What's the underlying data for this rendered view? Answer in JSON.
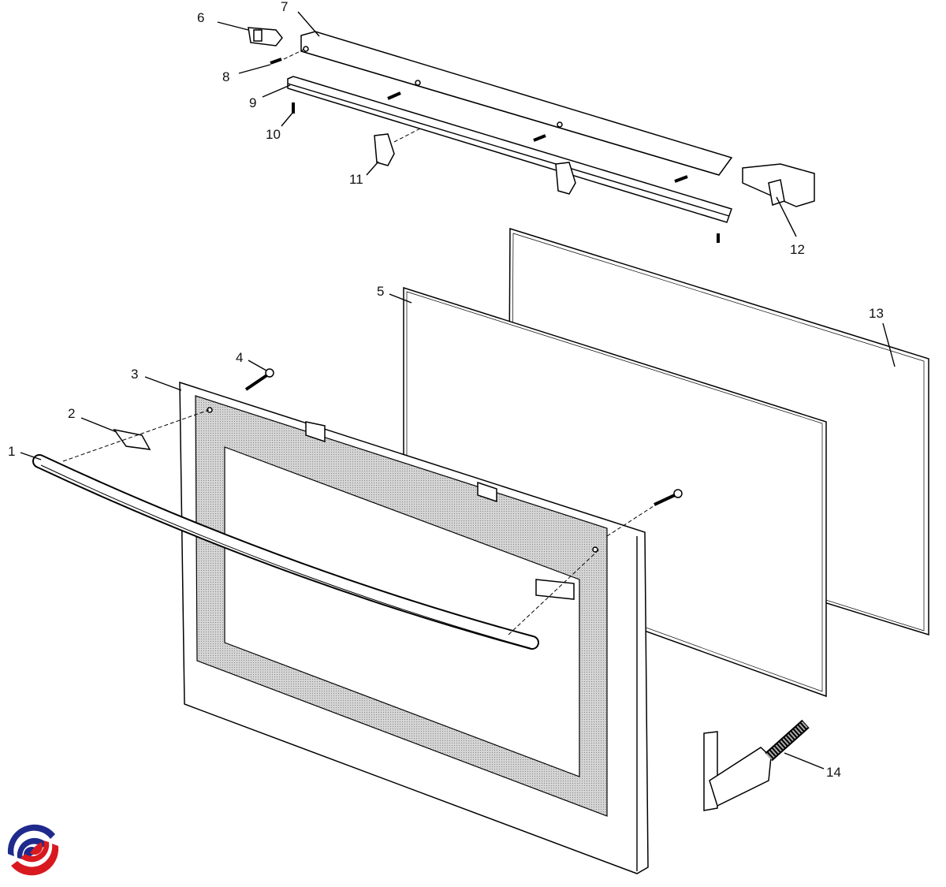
{
  "diagram": {
    "title": "Oven door exploded view",
    "callouts": [
      {
        "id": "1",
        "label": "1"
      },
      {
        "id": "2",
        "label": "2"
      },
      {
        "id": "3",
        "label": "3"
      },
      {
        "id": "4",
        "label": "4"
      },
      {
        "id": "5",
        "label": "5"
      },
      {
        "id": "6",
        "label": "6"
      },
      {
        "id": "7",
        "label": "7"
      },
      {
        "id": "8",
        "label": "8"
      },
      {
        "id": "9",
        "label": "9"
      },
      {
        "id": "10",
        "label": "10"
      },
      {
        "id": "11",
        "label": "11"
      },
      {
        "id": "12",
        "label": "12"
      },
      {
        "id": "13",
        "label": "13"
      },
      {
        "id": "14",
        "label": "14"
      }
    ]
  },
  "colors": {
    "logo_blue": "#1f2a8c",
    "logo_red": "#d8191f",
    "frame_band": "#bdbdbd"
  }
}
